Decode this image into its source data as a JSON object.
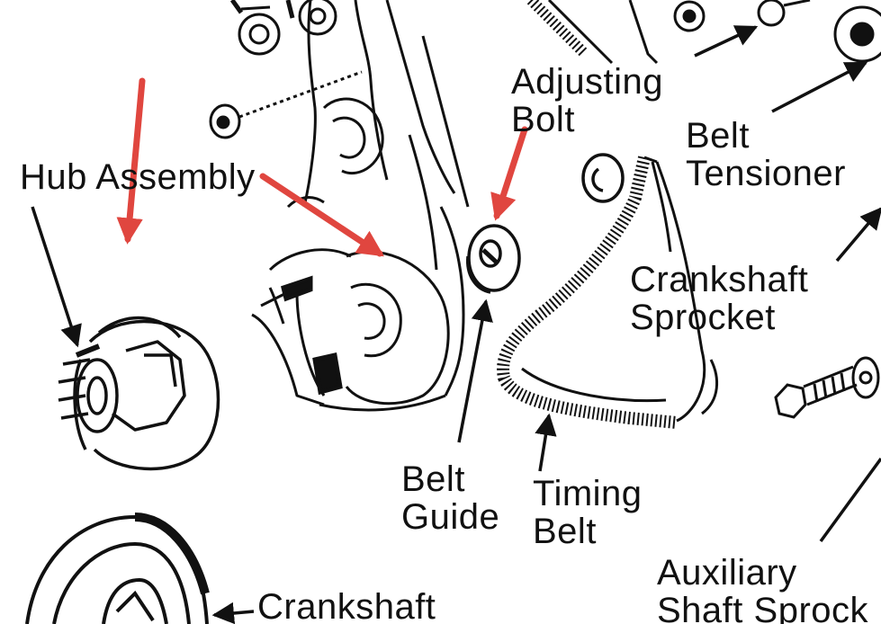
{
  "labels": {
    "hub_assembly": "Hub Assembly",
    "adjusting_bolt": {
      "line1": "Adjusting",
      "line2": "Bolt"
    },
    "belt_tensioner": {
      "line1": "Belt",
      "line2": "Tensioner"
    },
    "crankshaft_sprocket": {
      "line1": "Crankshaft",
      "line2": "Sprocket"
    },
    "belt_guide": {
      "line1": "Belt",
      "line2": "Guide"
    },
    "timing_belt": {
      "line1": "Timing",
      "line2": "Belt"
    },
    "auxiliary_shaft_sprocket": {
      "line1": "Auxiliary",
      "line2": "Shaft Sprock"
    },
    "crankshaft": "Crankshaft"
  },
  "colors": {
    "ink": "#111111",
    "annotation_arrow": "#e0463f",
    "background": "#ffffff"
  },
  "icons": [
    "red-annotation-arrow",
    "leader-arrow"
  ]
}
